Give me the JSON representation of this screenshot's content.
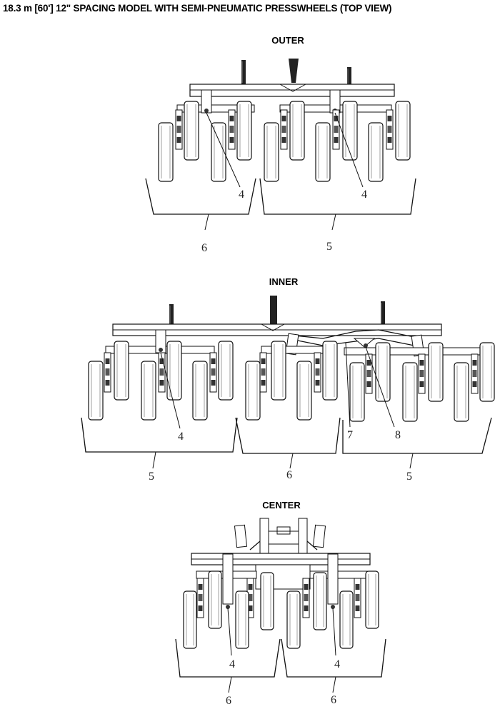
{
  "title": "18.3 m [60'] 12\" SPACING MODEL WITH SEMI-PNEUMATIC PRESSWHEELS (TOP VIEW)",
  "sections": {
    "outer": {
      "label": "OUTER",
      "callouts": [
        "4",
        "4",
        "6",
        "5"
      ]
    },
    "inner": {
      "label": "INNER",
      "callouts": [
        "4",
        "7",
        "8",
        "5",
        "6",
        "5"
      ]
    },
    "center": {
      "label": "CENTER",
      "callouts": [
        "4",
        "4",
        "6",
        "6"
      ]
    }
  }
}
